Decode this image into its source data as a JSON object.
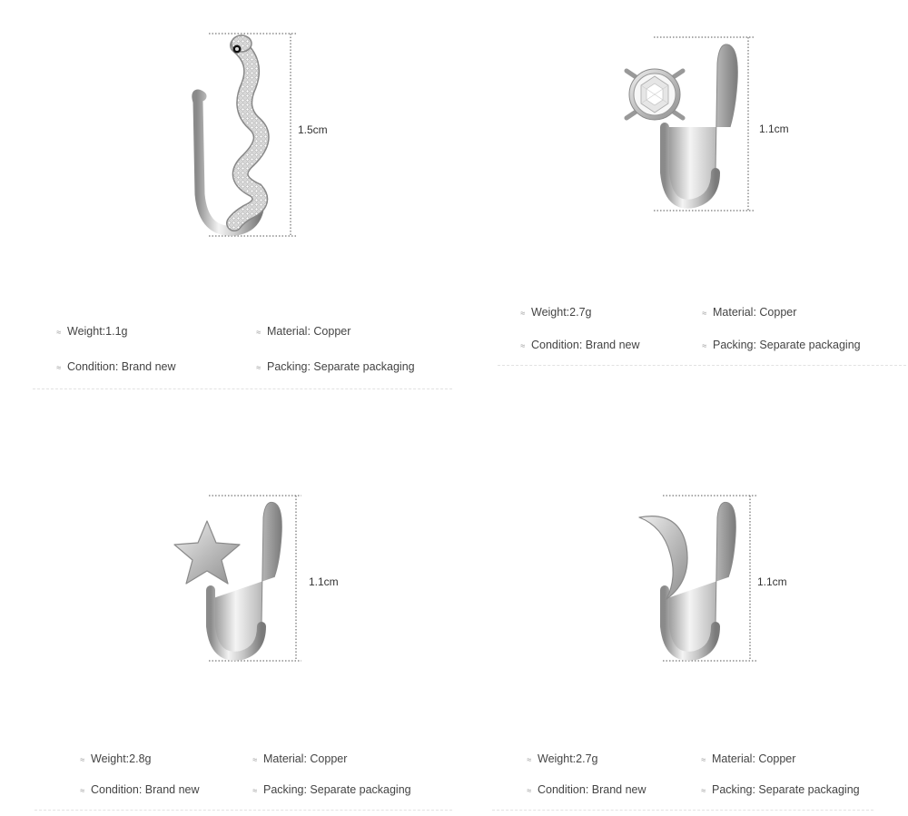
{
  "products": [
    {
      "shape_icon": "snake-icon",
      "dimension": "1.5cm",
      "specs": {
        "weight": "Weight:1.1g",
        "material": "Material: Copper",
        "condition": "Condition: Brand new",
        "packing": "Packing: Separate packaging"
      }
    },
    {
      "shape_icon": "crystal-icon",
      "dimension": "1.1cm",
      "specs": {
        "weight": "Weight:2.7g",
        "material": "Material: Copper",
        "condition": "Condition: Brand new",
        "packing": "Packing: Separate packaging"
      }
    },
    {
      "shape_icon": "star-icon",
      "dimension": "1.1cm",
      "specs": {
        "weight": "Weight:2.8g",
        "material": "Material: Copper",
        "condition": "Condition: Brand new",
        "packing": "Packing: Separate packaging"
      }
    },
    {
      "shape_icon": "moon-icon",
      "dimension": "1.1cm",
      "specs": {
        "weight": "Weight:2.7g",
        "material": "Material: Copper",
        "condition": "Condition: Brand new",
        "packing": "Packing: Separate packaging"
      }
    }
  ],
  "colors": {
    "metal_light": "#f4f4f4",
    "metal_mid": "#c4c4c4",
    "metal_dark": "#8a8a8a",
    "text": "#444444",
    "divider": "#e2e2e2"
  }
}
